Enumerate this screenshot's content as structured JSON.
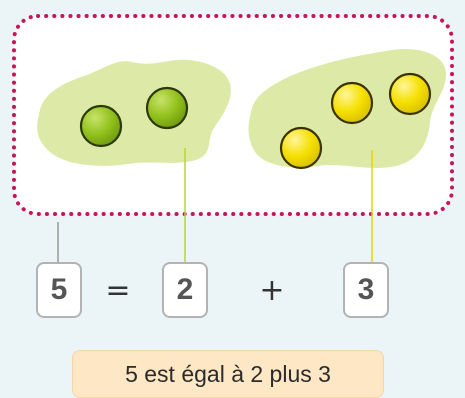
{
  "illustration": {
    "groups": [
      {
        "name": "green",
        "count": 2,
        "color": "#8fbf1a"
      },
      {
        "name": "yellow",
        "count": 3,
        "color": "#f2de00"
      }
    ],
    "frame_color": "#c8145a",
    "blob_color": "#dde9a6"
  },
  "equation": {
    "total": "5",
    "equals": "=",
    "part1": "2",
    "plus": "+",
    "part2": "3"
  },
  "caption": "5 est égal à 2 plus 3"
}
